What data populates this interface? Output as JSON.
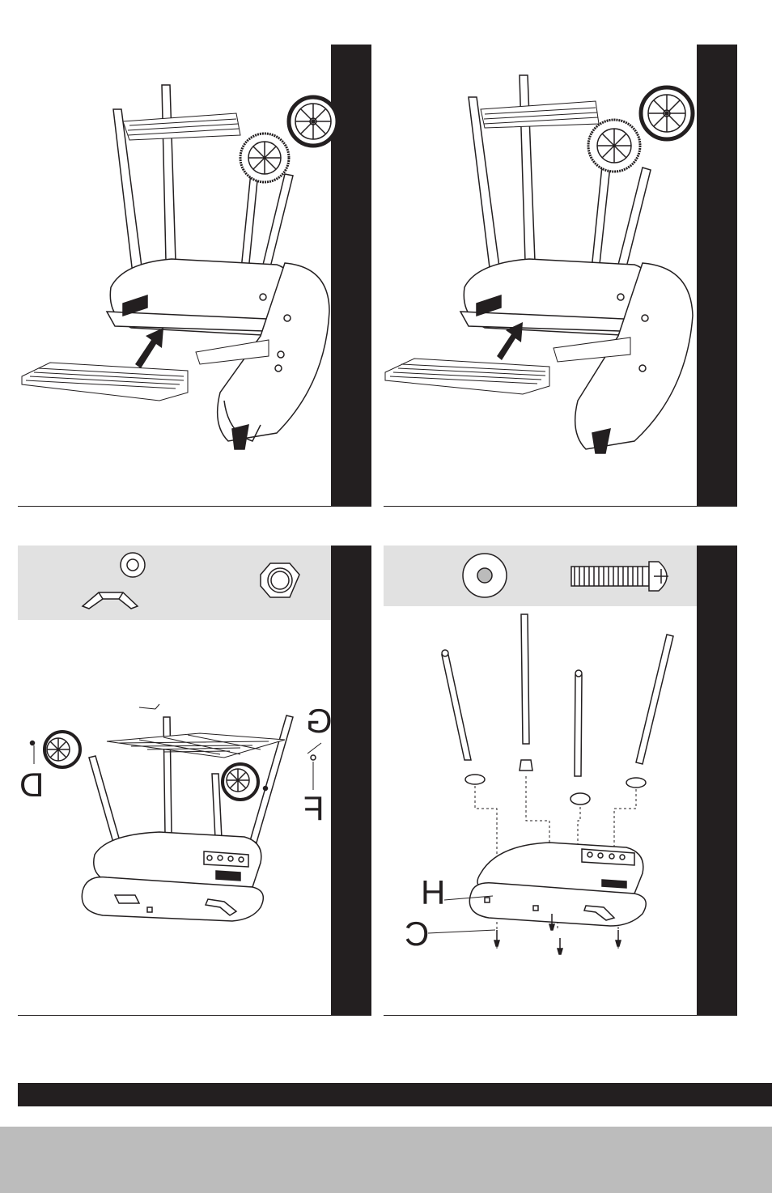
{
  "colors": {
    "ink": "#231f20",
    "hardware_strip": "#e1e1e1",
    "footer_gray": "#bcbcbc",
    "background": "#ffffff"
  },
  "panels": [
    {
      "step": "top-left",
      "illustration": "grill-frame-with-shelves-and-arrow"
    },
    {
      "step": "top-right",
      "illustration": "grill-frame-with-shelves-and-arrow"
    },
    {
      "step": "bottom-left",
      "illustration": "attach-wheels-and-shelf",
      "part_labels": [
        "G",
        "D",
        "F"
      ]
    },
    {
      "step": "bottom-right",
      "illustration": "attach-legs-to-bowl",
      "part_labels": [
        "H",
        "C"
      ]
    }
  ],
  "hardware": {
    "bottom_left": [
      "washer-icon",
      "hubcap-icon",
      "nut-icon"
    ],
    "bottom_right": [
      "washer-icon",
      "bolt-icon"
    ]
  }
}
